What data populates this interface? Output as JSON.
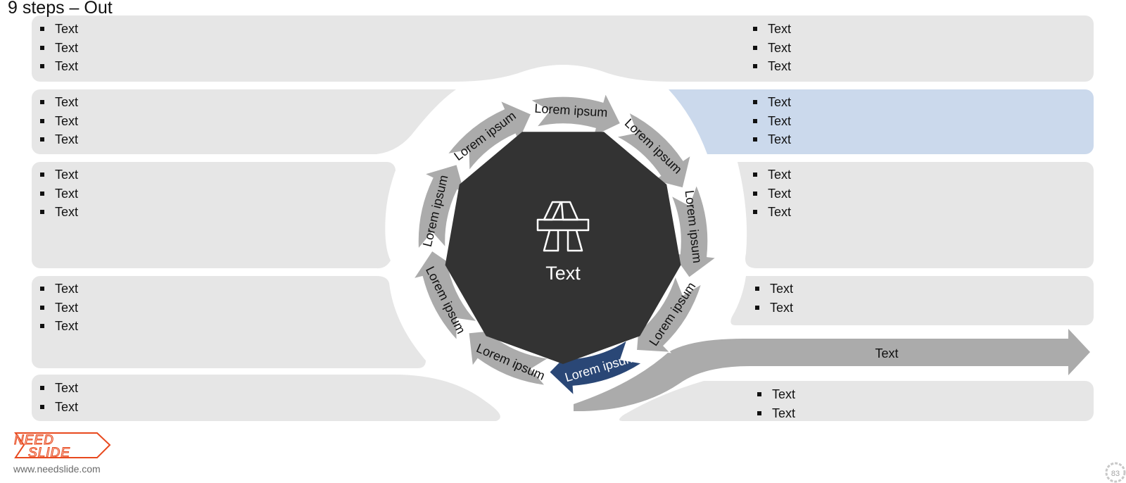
{
  "slide": {
    "title": "9 steps – Out"
  },
  "panels_left": [
    {
      "items": [
        "Text",
        "Text",
        "Text"
      ]
    },
    {
      "items": [
        "Text",
        "Text",
        "Text"
      ]
    },
    {
      "items": [
        "Text",
        "Text",
        "Text"
      ]
    },
    {
      "items": [
        "Text",
        "Text",
        "Text"
      ]
    },
    {
      "items": [
        "Text",
        "Text"
      ]
    }
  ],
  "panels_right": [
    {
      "items": [
        "Text",
        "Text",
        "Text"
      ]
    },
    {
      "items": [
        "Text",
        "Text",
        "Text"
      ],
      "highlighted": true
    },
    {
      "items": [
        "Text",
        "Text",
        "Text"
      ]
    },
    {
      "items": [
        "Text",
        "Text"
      ]
    },
    {
      "items": [
        "Text",
        "Text"
      ]
    }
  ],
  "cycle": {
    "steps": [
      "Lorem ipsum",
      "Lorem ipsum",
      "Lorem ipsum",
      "Lorem ipsum",
      "Lorem ipsum",
      "Lorem ipsum",
      "Lorem ipsum",
      "Lorem ipsum",
      "Lorem ipsum"
    ],
    "highlighted_step": 8,
    "center_label": "Text",
    "center_icon": "highway-icon"
  },
  "exit_arrow": {
    "label": "Text"
  },
  "footer": {
    "website": "www.needslide.com",
    "logo_line1": "NEED",
    "logo_line2": "SLIDE",
    "page_number": "83"
  },
  "colors": {
    "panel": "#e6e6e6",
    "panel_highlight": "#cbd9ec",
    "arrow": "#ababab",
    "arrow_highlight": "#2a4776",
    "center": "#333333",
    "logo": "#e8491e"
  }
}
